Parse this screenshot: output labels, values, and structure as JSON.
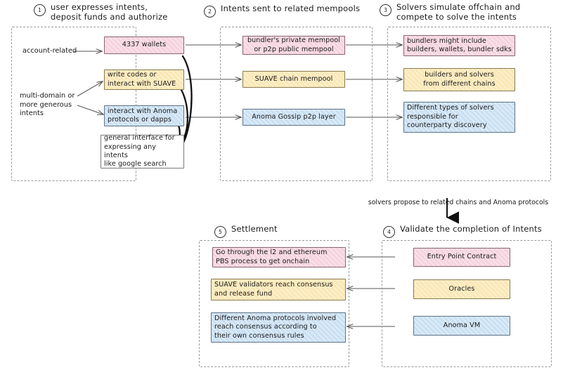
{
  "meta": {
    "colors": {
      "pink": "#f6d4e0",
      "yellow": "#fae8b6",
      "blue": "#cbe1f3",
      "white": "#ffffff",
      "stroke": "#6d6d78",
      "dashed": "#999999",
      "arrow": "#555555",
      "thick_connector": "#111111"
    }
  },
  "sections": {
    "s1": {
      "number": "1",
      "title": "user expresses intents,\ndeposit funds and authorize"
    },
    "s2": {
      "number": "2",
      "title": "Intents sent to related mempools"
    },
    "s3": {
      "number": "3",
      "title": "Solvers simulate offchain and\ncompete to solve the intents"
    },
    "s4": {
      "number": "4",
      "title": "Validate the completion of Intents"
    },
    "s5": {
      "number": "5",
      "title": "Settlement"
    }
  },
  "column1": {
    "labels": {
      "account_related": "account-related",
      "multi_domain": "multi-domain or\nmore generous intents"
    },
    "nodes": [
      {
        "id": "wallets-4337",
        "label": "4337 wallets",
        "color": "pink"
      },
      {
        "id": "write-codes-suave",
        "label": "write codes or\ninteract with SUAVE",
        "color": "yellow"
      },
      {
        "id": "interact-anoma",
        "label": "interact with Anoma\nprotocols or dapps",
        "color": "blue"
      },
      {
        "id": "general-interface",
        "label": "general interface for\nexpressing any intents\nlike google search",
        "color": "white"
      }
    ]
  },
  "column2": {
    "nodes": [
      {
        "id": "bundler-mempool",
        "label": "bundler's private mempool\nor p2p public mempool",
        "color": "pink"
      },
      {
        "id": "suave-chain-mempool",
        "label": "SUAVE chain mempool",
        "color": "yellow"
      },
      {
        "id": "anoma-gossip",
        "label": "Anoma Gossip p2p layer",
        "color": "blue"
      }
    ]
  },
  "column3": {
    "nodes": [
      {
        "id": "bundlers-might-include",
        "label": "bundlers might include\nbuilders, wallets, bundler sdks",
        "color": "pink"
      },
      {
        "id": "builders-and-solvers",
        "label": "builders and solvers\nfrom different chains",
        "color": "yellow"
      },
      {
        "id": "different-types-of-solvers",
        "label": "Different types of solvers\nresponsible for\ncounterparty discovery",
        "color": "blue"
      }
    ]
  },
  "midflow": {
    "label": "solvers propose to related chains and Anoma protocols"
  },
  "validate": {
    "nodes": [
      {
        "id": "entry-point-contract",
        "label": "Entry Point Contract",
        "color": "pink"
      },
      {
        "id": "oracles",
        "label": "Oracles",
        "color": "yellow"
      },
      {
        "id": "anoma-vm",
        "label": "Anoma VM",
        "color": "blue"
      }
    ]
  },
  "settlement": {
    "nodes": [
      {
        "id": "l2-ethereum-pbs",
        "label": "Go through the l2 and ethereum\nPBS process to get onchain",
        "color": "pink"
      },
      {
        "id": "suave-validators",
        "label": "SUAVE validators reach consensus\nand release fund",
        "color": "yellow"
      },
      {
        "id": "anoma-protocols-consensus",
        "label": "Different Anoma protocols involved\n reach consensus according to\ntheir own consensus rules",
        "color": "blue"
      }
    ]
  }
}
